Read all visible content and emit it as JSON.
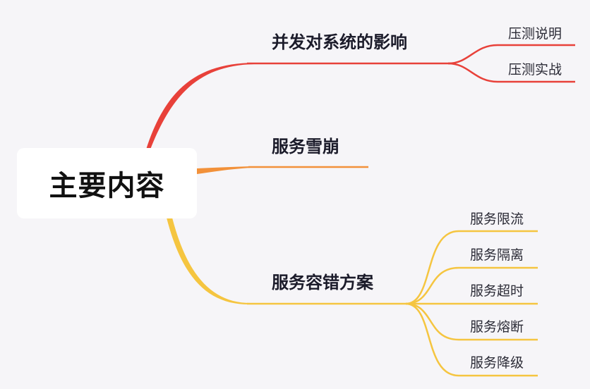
{
  "root": {
    "label": "主要内容"
  },
  "branches": [
    {
      "label": "并发对系统的影响",
      "color": "#e8413a",
      "children": [
        "压测说明",
        "压测实战"
      ]
    },
    {
      "label": "服务雪崩",
      "color": "#f2913a",
      "children": []
    },
    {
      "label": "服务容错方案",
      "color": "#f5c540",
      "children": [
        "服务限流",
        "服务隔离",
        "服务超时",
        "服务熔断",
        "服务降级"
      ]
    }
  ]
}
